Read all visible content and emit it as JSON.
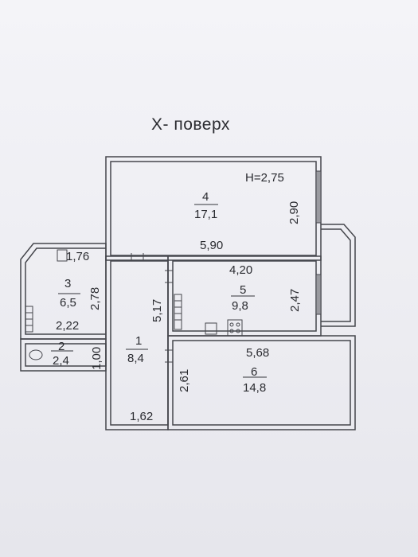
{
  "floor_title": "Х- поверх",
  "ceiling_height": "H=2,75",
  "rooms": [
    {
      "number": "1",
      "area": "8,4"
    },
    {
      "number": "2",
      "area": "2,4"
    },
    {
      "number": "3",
      "area": "6,5"
    },
    {
      "number": "4",
      "area": "17,1"
    },
    {
      "number": "5",
      "area": "9,8"
    },
    {
      "number": "6",
      "area": "14,8"
    }
  ],
  "dimensions": {
    "room4_width": "5,90",
    "room4_height": "2,90",
    "room5_width": "4,20",
    "room5_height": "2,47",
    "room1_height": "5,17",
    "room1_width": "1,62",
    "room3_top": "1,76",
    "room3_height": "2,78",
    "room3_bottom": "2,22",
    "room2_height": "1,00",
    "room6_width": "5,68",
    "room6_height": "2,61"
  }
}
